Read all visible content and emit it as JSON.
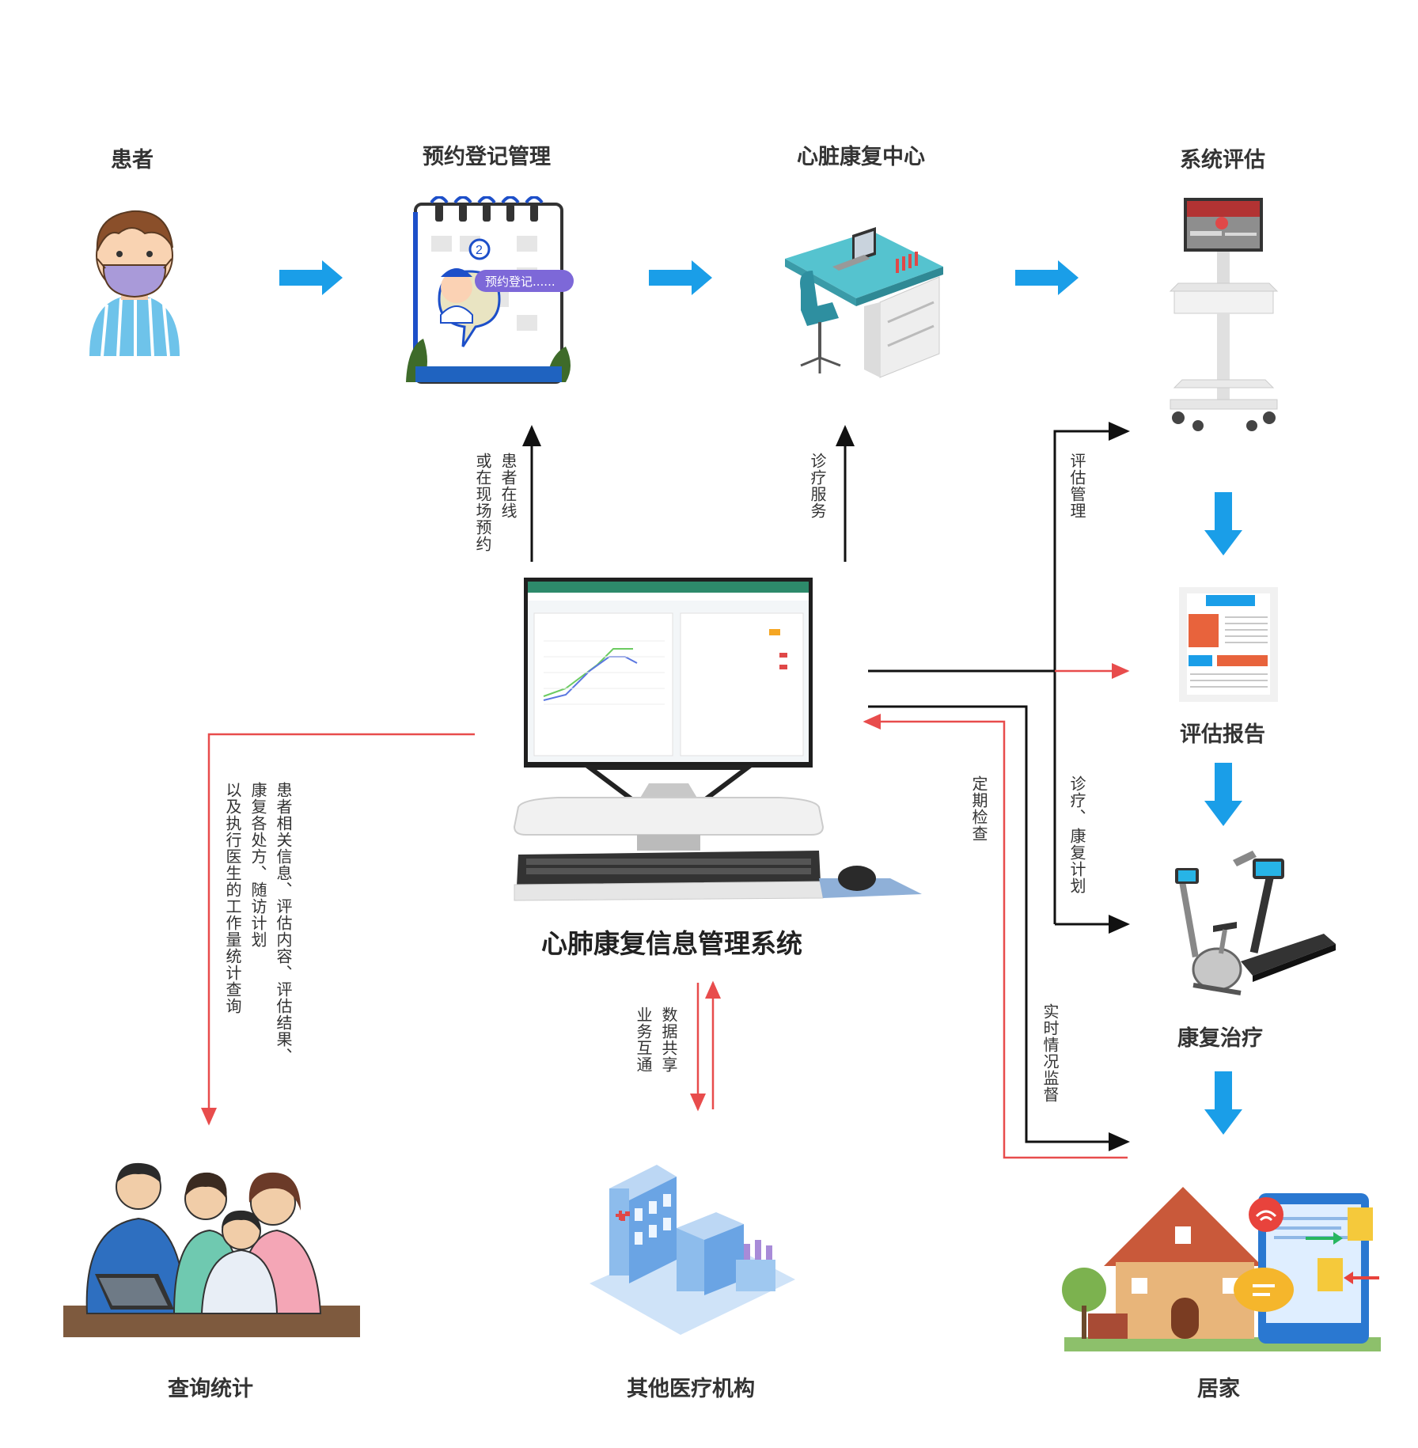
{
  "nodes": {
    "patient": "患者",
    "booking": "预约登记管理",
    "center": "心脏康复中心",
    "assessment": "系统评估",
    "report": "评估报告",
    "therapy": "康复治疗",
    "home": "居家",
    "query": "查询统计",
    "other_inst": "其他医疗机构"
  },
  "system_title": "心肺康复信息管理系统",
  "booking_bubble": "预约登记......",
  "flows": {
    "booking_col1": "患者在线",
    "booking_col2": "或在现场预约",
    "diagnosis_service": "诊疗服务",
    "assessment_mgmt": "评估管理",
    "diag_plan_col1": "诊疗、",
    "diag_plan_col2": "康复计划",
    "regular_check": "定期检查",
    "realtime_monitor": "实时情况监督",
    "query_col1": "患者相关信息、评估内容、评估结果、",
    "query_col2": "康复各处方、随访计划",
    "query_col3": "以及执行医生的工作量统计查询",
    "share_col1": "数据共享",
    "share_col2": "业务互通"
  },
  "colors": {
    "arrow_blue": "#1a9ee8",
    "line_black": "#111111",
    "line_red": "#e84c4c"
  }
}
